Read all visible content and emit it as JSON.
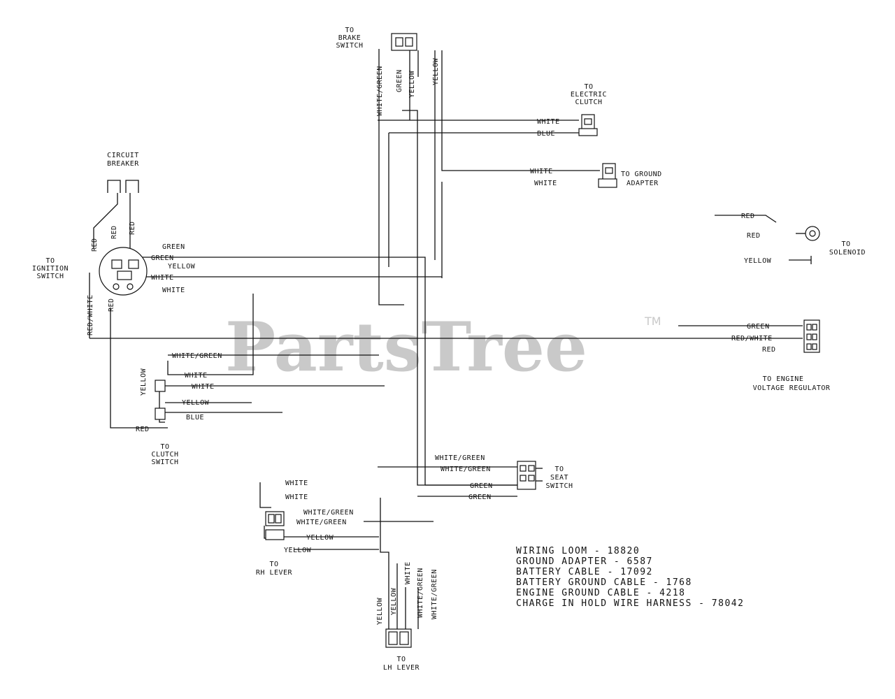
{
  "components": {
    "brake_switch": [
      "TO",
      "BRAKE",
      "SWITCH"
    ],
    "electric_clutch": [
      "TO",
      "ELECTRIC",
      "CLUTCH"
    ],
    "ground_adapter": [
      "TO GROUND",
      "ADAPTER"
    ],
    "circuit_breaker": [
      "CIRCUIT",
      "BREAKER"
    ],
    "ignition_switch": [
      "TO",
      "IGNITION",
      "SWITCH"
    ],
    "solenoid": [
      "TO",
      "SOLENOID"
    ],
    "engine_voltage_regulator": [
      "TO ENGINE",
      "VOLTAGE REGULATOR"
    ],
    "clutch_switch": [
      "TO",
      "CLUTCH",
      "SWITCH"
    ],
    "seat_switch": [
      "TO",
      "SEAT",
      "SWITCH"
    ],
    "rh_lever": [
      "TO",
      "RH LEVER"
    ],
    "lh_lever": [
      "TO",
      "LH LEVER"
    ]
  },
  "wire_labels": {
    "white_green_v": "WHITE/GREEN",
    "green_v": "GREEN",
    "yellow_v1": "YELLOW",
    "yellow_v2": "YELLOW",
    "white_1": "WHITE",
    "blue_1": "BLUE",
    "white_2": "WHITE",
    "white_3": "WHITE",
    "red_1": "RED",
    "red_2": "RED",
    "yellow_3": "YELLOW",
    "red_v1": "RED",
    "red_v2": "RED",
    "red_v3": "RED",
    "green_a": "GREEN",
    "green_b": "GREEN",
    "yellow_4": "YELLOW",
    "white_4": "WHITE",
    "white_5": "WHITE",
    "red_white_v": "RED/WHITE",
    "red_v4": "RED",
    "green_r": "GREEN",
    "red_white_r": "RED/WHITE",
    "red_r": "RED",
    "white_green_1": "WHITE/GREEN",
    "white_6": "WHITE",
    "yellow_v5": "YELLOW",
    "white_7": "WHITE",
    "yellow_5": "YELLOW",
    "blue_2": "BLUE",
    "red_3": "RED",
    "white_green_2": "WHITE/GREEN",
    "white_green_3": "WHITE/GREEN",
    "green_c": "GREEN",
    "green_d": "GREEN",
    "white_8": "WHITE",
    "white_9": "WHITE",
    "white_green_4": "WHITE/GREEN",
    "white_green_5": "WHITE/GREEN",
    "yellow_6": "YELLOW",
    "yellow_7": "YELLOW",
    "yellow_v8": "YELLOW",
    "yellow_v9": "YELLOW",
    "white_v10": "WHITE",
    "white_green_v6": "WHITE/GREEN",
    "white_green_v7": "WHITE/GREEN"
  },
  "parts_list": [
    "WIRING LOOM - 18820",
    "GROUND ADAPTER - 6587",
    "BATTERY CABLE - 17092",
    "BATTERY GROUND CABLE - 1768",
    "ENGINE GROUND CABLE - 4218",
    "CHARGE IN HOLD WIRE HARNESS - 78042"
  ],
  "watermark": {
    "text": "PartsTree",
    "tm": "TM"
  }
}
